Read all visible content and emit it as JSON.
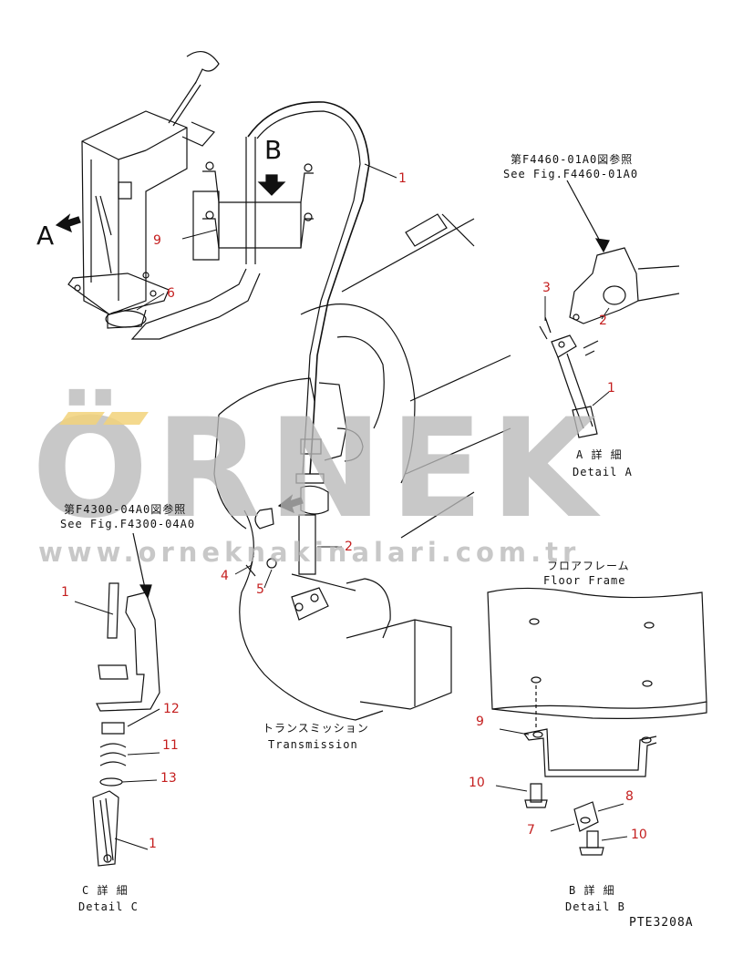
{
  "labels": {
    "ref_a_jp": "第F4460-01A0図参照",
    "ref_a_en": "See Fig.F4460-01A0",
    "ref_c_jp": "第F4300-04A0図参照",
    "ref_c_en": "See Fig.F4300-04A0",
    "view_a": "A",
    "view_b": "B",
    "detail_a_jp": "A 詳 細",
    "detail_a_en": "Detail A",
    "detail_b_jp": "B 詳 細",
    "detail_b_en": "Detail B",
    "detail_c_jp": "C 詳 細",
    "detail_c_en": "Detail C",
    "floor_jp": "フロアフレーム",
    "floor_en": "Floor Frame",
    "trans_jp": "トランスミッション",
    "trans_en": "Transmission",
    "figure_code": "PTE3208A"
  },
  "callouts": {
    "c1_main": "1",
    "c9_main": "9",
    "c6_main": "6",
    "c2_main": "2",
    "c4_main": "4",
    "c5_main": "5",
    "c3_a": "3",
    "c2_a": "2",
    "c1_a": "1",
    "c1_c_top": "1",
    "c12_c": "12",
    "c11_c": "11",
    "c13_c": "13",
    "c1_c_bot": "1",
    "c9_b": "9",
    "c10_b_left": "10",
    "c8_b": "8",
    "c7_b": "7",
    "c10_b_right": "10"
  },
  "watermark": {
    "brand": "ÖRNEK",
    "url": "www.orneknakinalari.com.tr",
    "accent_color": "#f2d27a",
    "text_color": "#b9b9b9"
  },
  "colors": {
    "line": "#111111",
    "callout": "#c41e1e"
  }
}
